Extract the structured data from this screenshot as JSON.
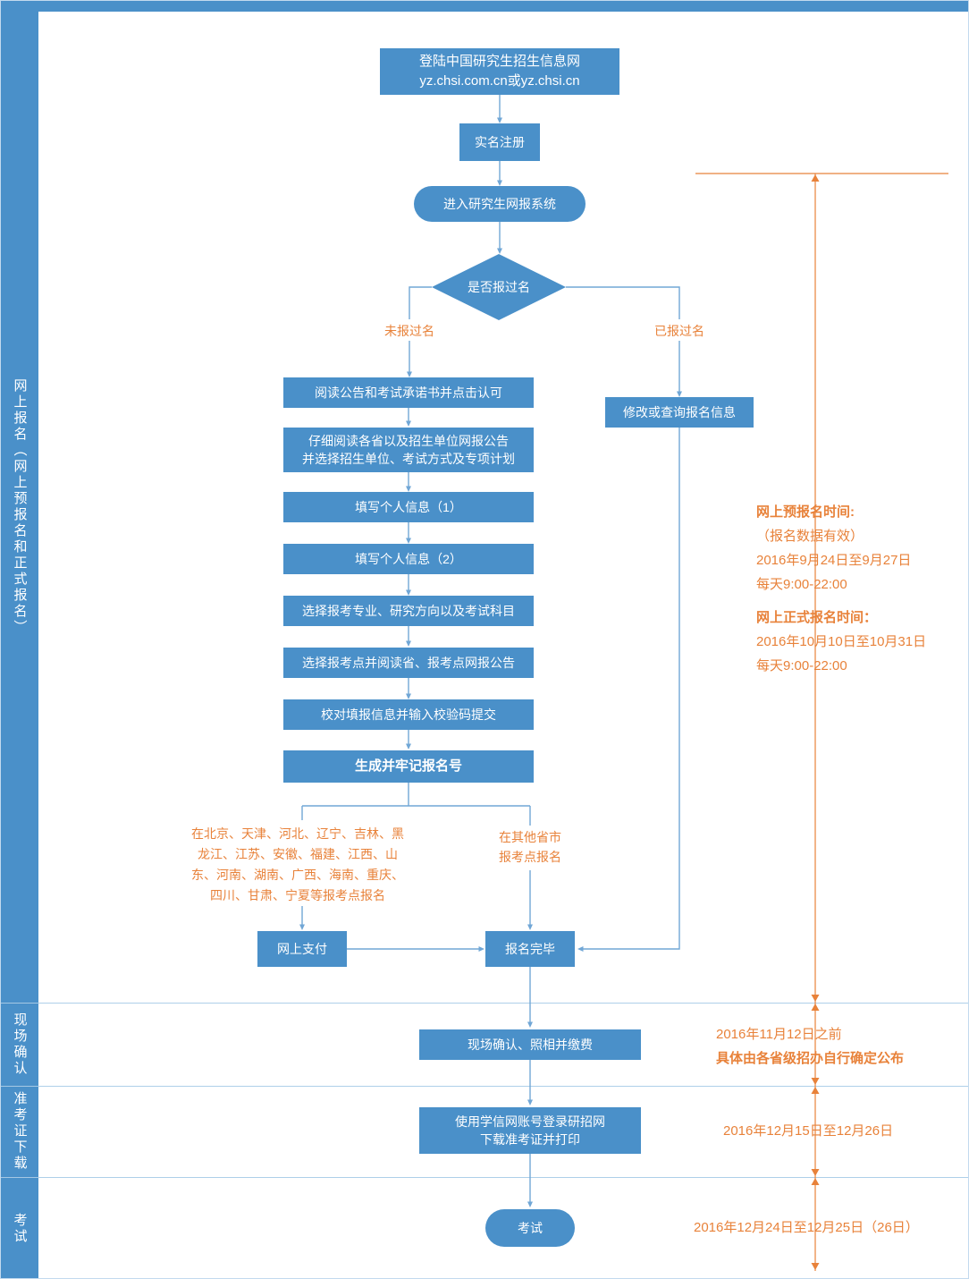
{
  "colors": {
    "box_blue": "#4a90c9",
    "line_blue": "#71a7d6",
    "orange": "#e8823a",
    "divider": "#aecfe9"
  },
  "sidebar": {
    "sections": [
      "网上报名（网上预报名和正式报名）",
      "现场确认",
      "准考证下载",
      "考试"
    ]
  },
  "flow": {
    "login": "登陆中国研究生招生信息网\nyz.chsi.com.cn或yz.chsi.cn",
    "register": "实名注册",
    "enter_system": "进入研究生网报系统",
    "decision": "是否报过名",
    "branch_no": "未报过名",
    "branch_yes": "已报过名",
    "read_notice": "阅读公告和考试承诺书并点击认可",
    "read_province": "仔细阅读各省以及招生单位网报公告\n并选择招生单位、考试方式及专项计划",
    "fill_info1": "填写个人信息（1）",
    "fill_info2": "填写个人信息（2）",
    "choose_major": "选择报考专业、研究方向以及考试科目",
    "choose_site": "选择报考点并阅读省、报考点网报公告",
    "verify_submit": "校对填报信息并输入校验码提交",
    "gen_number": "生成并牢记报名号",
    "modify_query": "修改或查询报名信息",
    "pay_note_left": "在北京、天津、河北、辽宁、吉林、黑\n龙江、江苏、安徽、福建、江西、山\n东、河南、湖南、广西、海南、重庆、\n四川、甘肃、宁夏等报考点报名",
    "pay_note_right": "在其他省市\n报考点报名",
    "online_pay": "网上支付",
    "complete": "报名完毕",
    "onsite_confirm": "现场确认、照相并缴费",
    "download_ticket": "使用学信网账号登录研招网\n下载准考证并打印",
    "exam": "考试"
  },
  "annotations": {
    "pre_reg": {
      "title": "网上预报名时间:",
      "valid": "（报名数据有效）",
      "dates": "2016年9月24日至9月27日",
      "hours": "每天9:00-22:00"
    },
    "formal_reg": {
      "title": "网上正式报名时间：",
      "dates": "2016年10月10日至10月31日",
      "hours": "每天9:00-22:00"
    },
    "confirm": {
      "line1": "2016年11月12日之前",
      "line2": "具体由各省级招办自行确定公布"
    },
    "ticket_time": "2016年12月15日至12月26日",
    "exam_time": "2016年12月24日至12月25日（26日）"
  }
}
